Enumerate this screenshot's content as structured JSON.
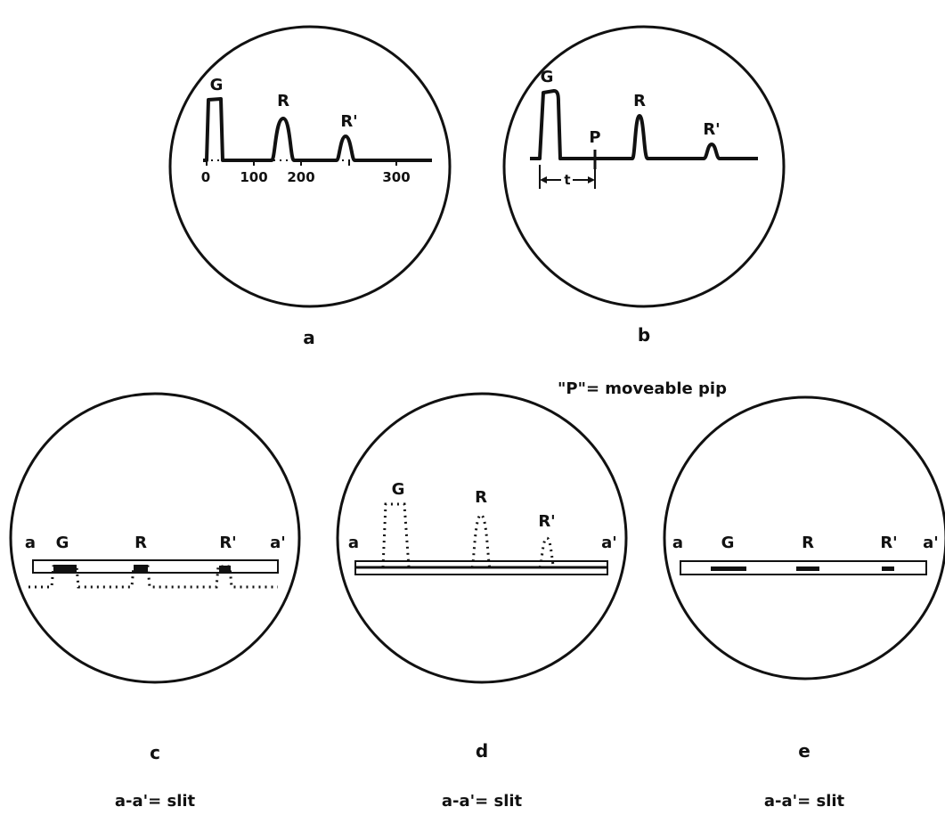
{
  "panels": {
    "a": {
      "caption": "a",
      "peak_labels": [
        "G",
        "R",
        "R'"
      ],
      "axis_ticks": [
        "0",
        "100",
        "200",
        "300"
      ]
    },
    "b": {
      "caption": "b",
      "peak_labels": [
        "G",
        "R",
        "R'"
      ],
      "pip_label": "P",
      "interval_label": "t",
      "note": "\"P\"= moveable pip"
    },
    "c": {
      "caption": "c",
      "slit_ends": [
        "a",
        "a'"
      ],
      "peak_labels": [
        "G",
        "R",
        "R'"
      ],
      "note": "a-a'= slit"
    },
    "d": {
      "caption": "d",
      "slit_ends": [
        "a",
        "a'"
      ],
      "peak_labels": [
        "G",
        "R",
        "R'"
      ],
      "note": "a-a'= slit"
    },
    "e": {
      "caption": "e",
      "slit_ends": [
        "a",
        "a'"
      ],
      "peak_labels": [
        "G",
        "R",
        "R'"
      ],
      "note": "a-a'= slit"
    }
  }
}
